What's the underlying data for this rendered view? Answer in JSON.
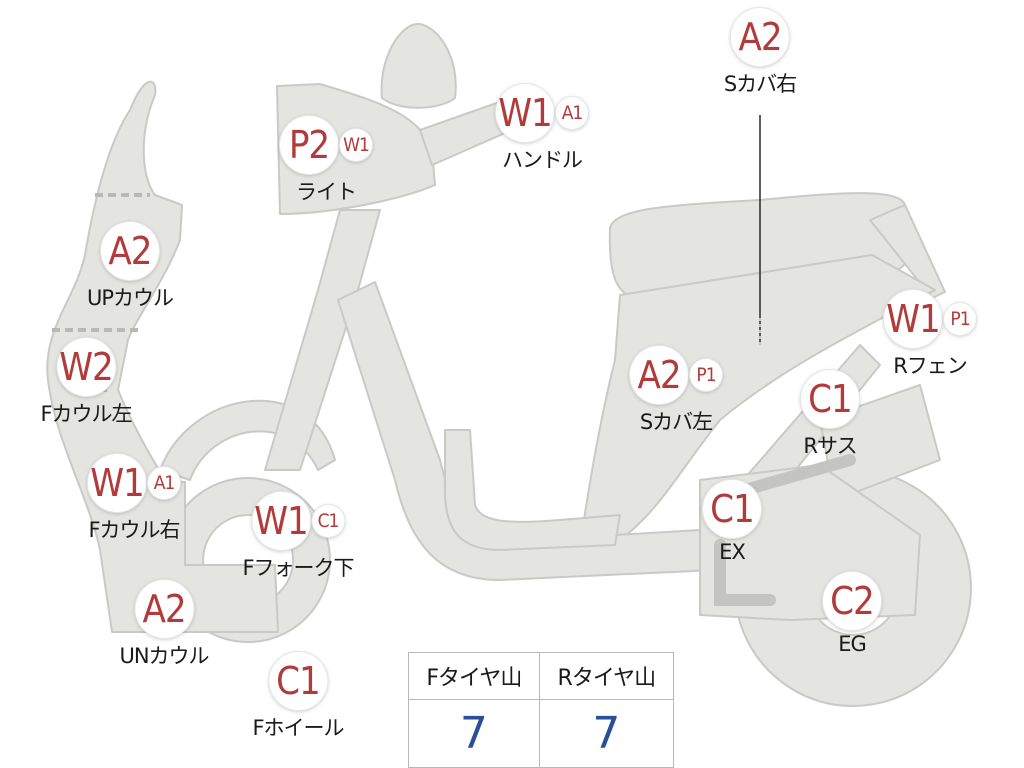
{
  "colors": {
    "body_fill": "#e4e4e1",
    "body_stroke": "#c9c9c6",
    "grade_text": "#b23a3a",
    "tire_value": "#2b4e9a"
  },
  "parts": [
    {
      "id": "s-cover-right",
      "label": "Sカバ右",
      "main": "A2",
      "sub": ""
    },
    {
      "id": "light",
      "label": "ライト",
      "main": "P2",
      "sub": "W1"
    },
    {
      "id": "handle",
      "label": "ハンドル",
      "main": "W1",
      "sub": "A1"
    },
    {
      "id": "up-cowl",
      "label": "UPカウル",
      "main": "A2",
      "sub": ""
    },
    {
      "id": "f-cowl-left",
      "label": "Fカウル左",
      "main": "W2",
      "sub": ""
    },
    {
      "id": "f-cowl-right",
      "label": "Fカウル右",
      "main": "W1",
      "sub": "A1"
    },
    {
      "id": "f-fork-lower",
      "label": "Fフォーク下",
      "main": "W1",
      "sub": "C1"
    },
    {
      "id": "un-cowl",
      "label": "UNカウル",
      "main": "A2",
      "sub": ""
    },
    {
      "id": "f-wheel",
      "label": "Fホイール",
      "main": "C1",
      "sub": ""
    },
    {
      "id": "s-cover-left",
      "label": "Sカバ左",
      "main": "A2",
      "sub": "P1"
    },
    {
      "id": "r-fender",
      "label": "Rフェン",
      "main": "W1",
      "sub": "P1"
    },
    {
      "id": "r-suspension",
      "label": "Rサス",
      "main": "C1",
      "sub": ""
    },
    {
      "id": "exhaust",
      "label": "EX",
      "main": "C1",
      "sub": ""
    },
    {
      "id": "engine",
      "label": "EG",
      "main": "C2",
      "sub": ""
    }
  ],
  "tire_tread": {
    "headers": [
      "Fタイヤ山",
      "Rタイヤ山"
    ],
    "values": [
      "7",
      "7"
    ]
  }
}
